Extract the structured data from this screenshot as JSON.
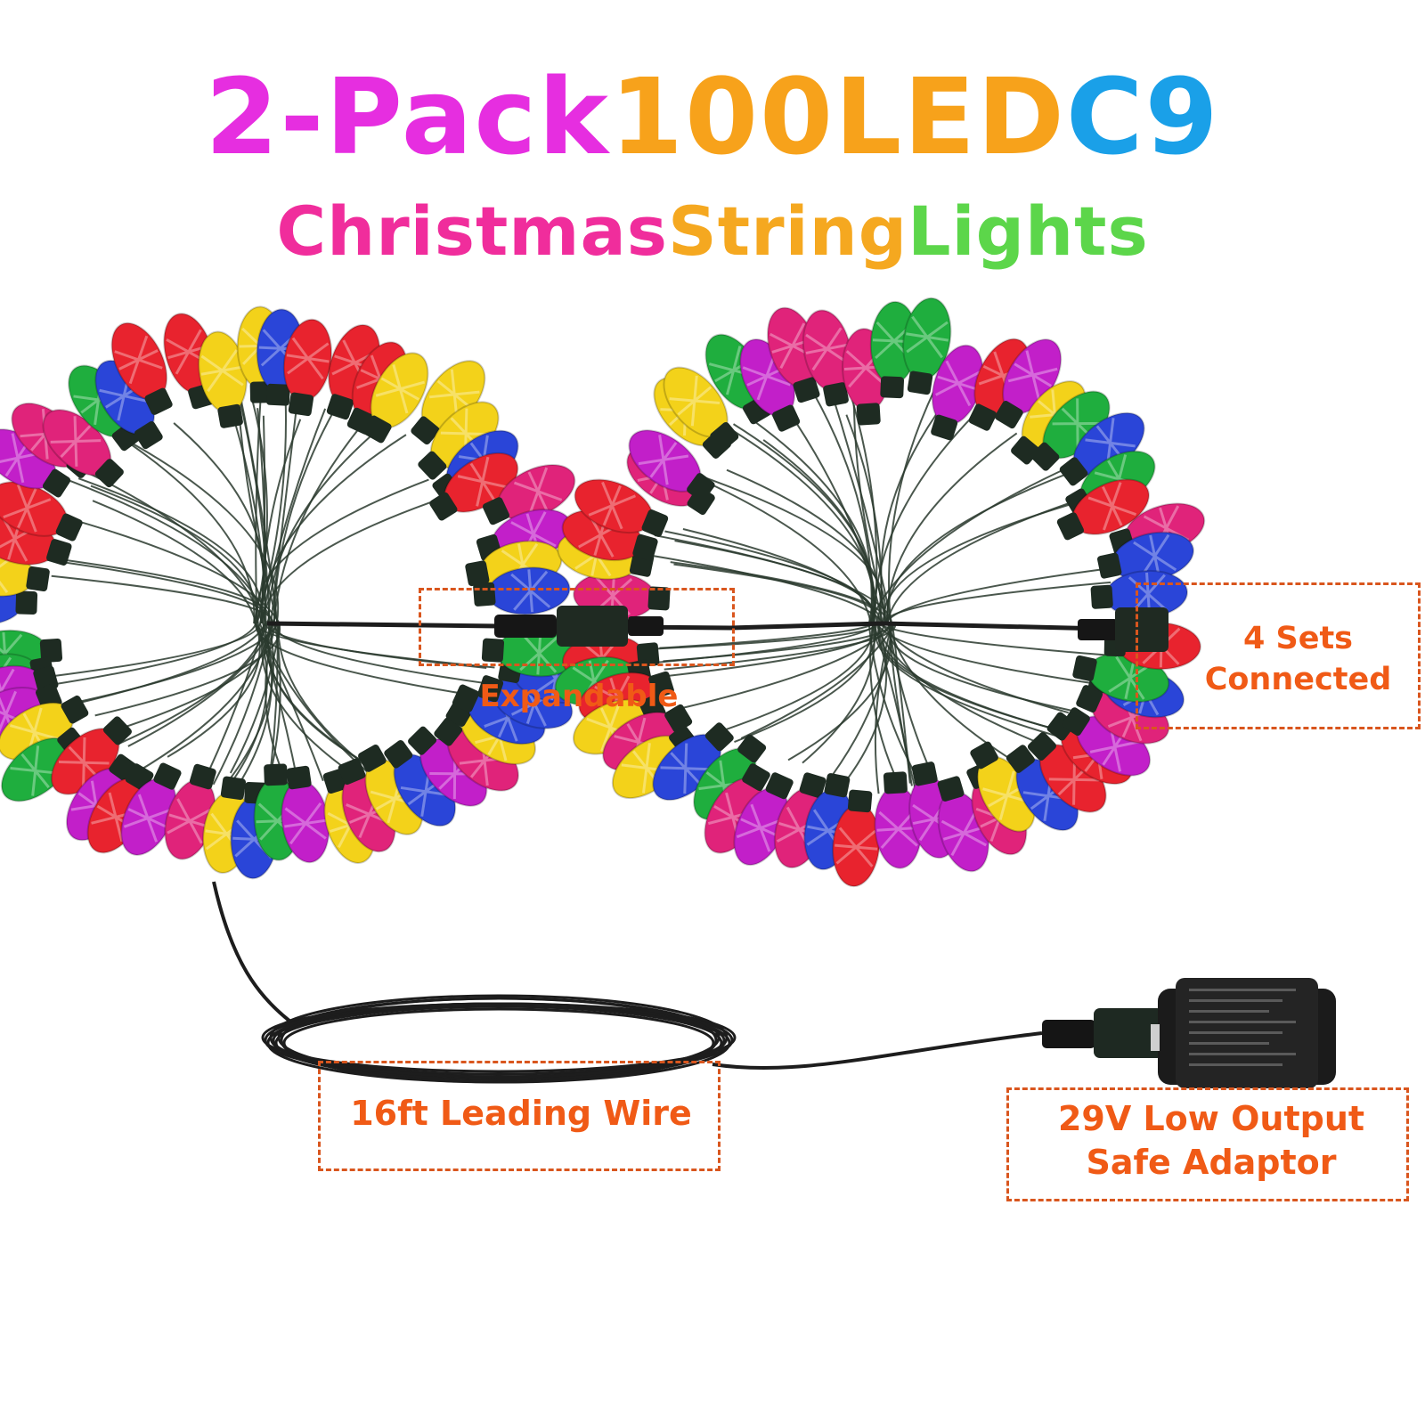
{
  "headline": {
    "parts": [
      {
        "text": "2-Pack ",
        "color": "#e62ee0"
      },
      {
        "text": "100LED ",
        "color": "#f7a21b"
      },
      {
        "text": "C9",
        "color": "#1aa0e8"
      }
    ]
  },
  "subheadline": {
    "parts": [
      {
        "text": "Christmas ",
        "color": "#f02d9c"
      },
      {
        "text": "String ",
        "color": "#f5a820"
      },
      {
        "text": "Lights",
        "color": "#5cd64a"
      }
    ]
  },
  "callouts": {
    "expandable": "Expandable",
    "sets_line1": "4 Sets",
    "sets_line2": "Connected",
    "leading_wire": "16ft Leading Wire",
    "adaptor_line1": "29V Low Output",
    "adaptor_line2": "Safe Adaptor"
  },
  "colors": {
    "callout_text": "#f05a16",
    "callout_border": "#d9561e",
    "wire": "#2a3a2e",
    "bulbs": [
      "#e0237a",
      "#f3d21a",
      "#2a45d8",
      "#1fae3e",
      "#e8232e",
      "#c21fc9"
    ]
  }
}
